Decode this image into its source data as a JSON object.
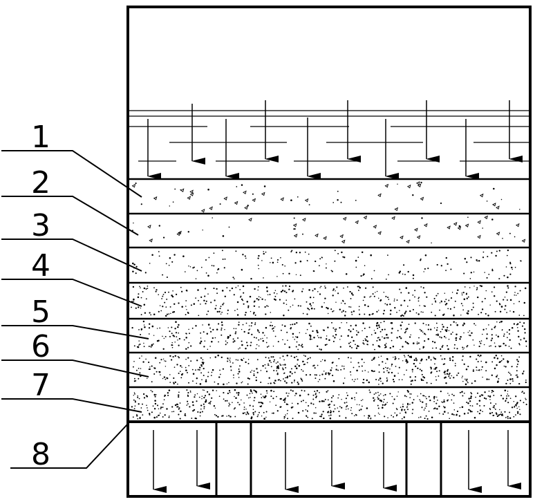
{
  "figure": {
    "layer_labels": [
      "1",
      "2",
      "3",
      "4",
      "5",
      "6",
      "7",
      "8"
    ],
    "stroke_color": "#000000",
    "background_color": "#ffffff",
    "arrow_icon": "down-arrow-icon"
  }
}
